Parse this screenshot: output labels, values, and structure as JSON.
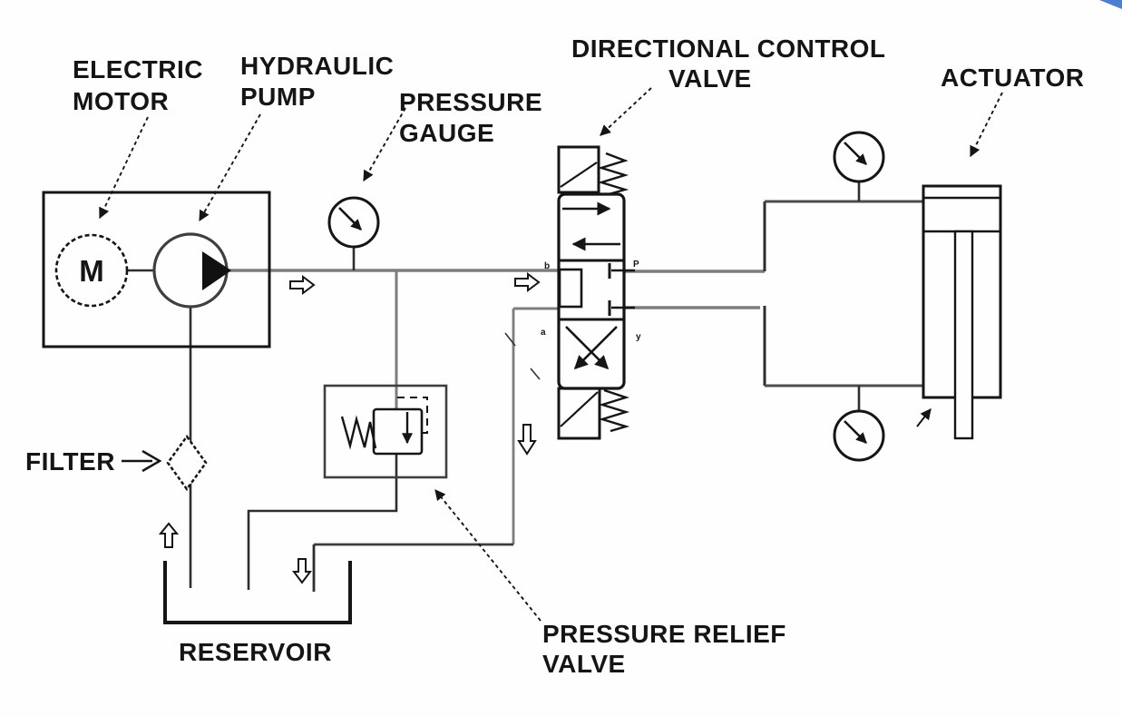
{
  "meta": {
    "bg": "#fefefe",
    "ink": "#151515",
    "pipe_gray": "#7d7d7d",
    "dark_line": "#4c4c4c",
    "corner_blue": "#4b7fd0"
  },
  "labels": {
    "electric_motor": {
      "line1": "ELECTRIC",
      "line2": "MOTOR"
    },
    "hydraulic_pump": {
      "line1": "HYDRAULIC",
      "line2": "PUMP"
    },
    "pressure_gauge": {
      "line1": "PRESSURE",
      "line2": "GAUGE"
    },
    "directional_control_valve": {
      "line1": "DIRECTIONAL CONTROL",
      "line2": "VALVE"
    },
    "actuator": "ACTUATOR",
    "filter": "FILTER",
    "reservoir": "RESERVOIR",
    "pressure_relief_valve": {
      "line1": "PRESSURE RELIEF",
      "line2": "VALVE"
    }
  },
  "symbols": {
    "motor_letter": "M",
    "valve_ports": {
      "top_left": "b",
      "top_right": "P",
      "bottom_left": "a",
      "bottom_right": "y"
    }
  }
}
